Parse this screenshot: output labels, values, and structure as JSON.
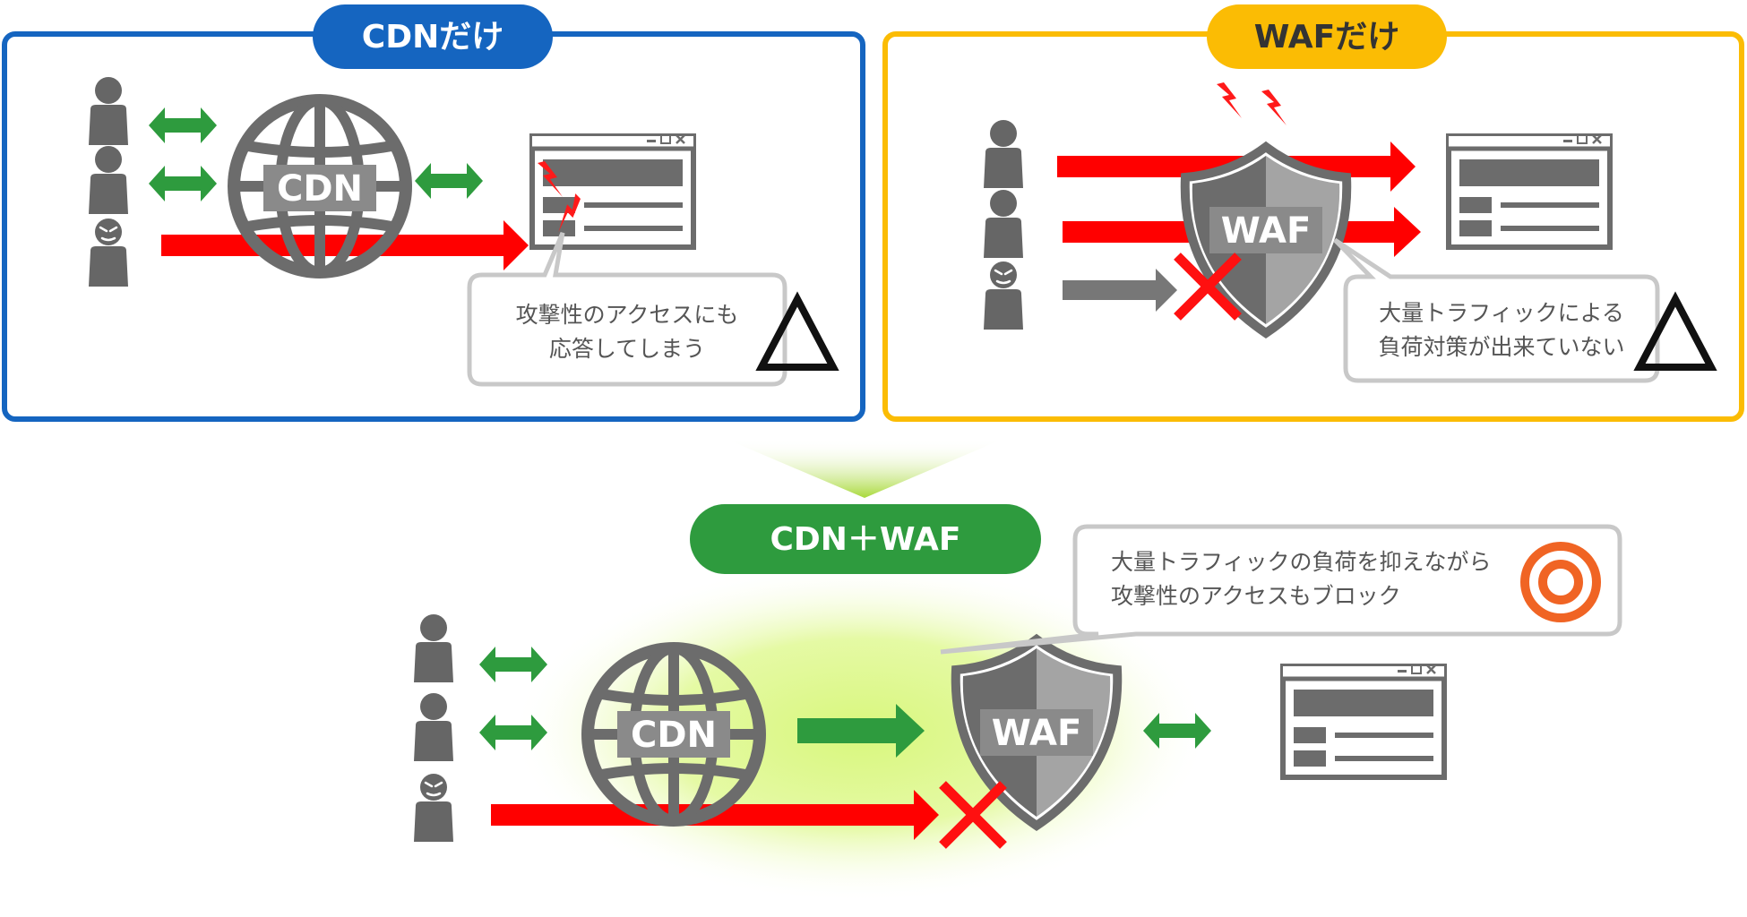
{
  "panels": {
    "cdn_only": {
      "title": "CDNだけ",
      "accent": "#1565c0",
      "bubble_lines": [
        "攻撃性のアクセスにも",
        "応答してしまう"
      ],
      "rating_symbol": "triangle"
    },
    "waf_only": {
      "title": "WAFだけ",
      "accent": "#fbbc04",
      "bubble_lines": [
        "大量トラフィックによる",
        "負荷対策が出来ていない"
      ],
      "rating_symbol": "triangle"
    },
    "combined": {
      "title": "CDN＋WAF",
      "accent": "#2e9b3e",
      "bubble_lines": [
        "大量トラフィックの負荷を抑えながら",
        "攻撃性のアクセスもブロック"
      ],
      "rating_symbol": "double-circle"
    }
  },
  "labels": {
    "cdn": "CDN",
    "waf": "WAF"
  },
  "colors": {
    "good": "#2e9b3e",
    "bad": "#ff0000",
    "neutral": "#666666",
    "glow": "#d8f77c",
    "circle": "#f06424"
  },
  "icons": [
    "user-icon",
    "attacker-icon",
    "globe-icon",
    "shield-icon",
    "browser-window-icon",
    "lightning-icon",
    "cross-icon"
  ]
}
